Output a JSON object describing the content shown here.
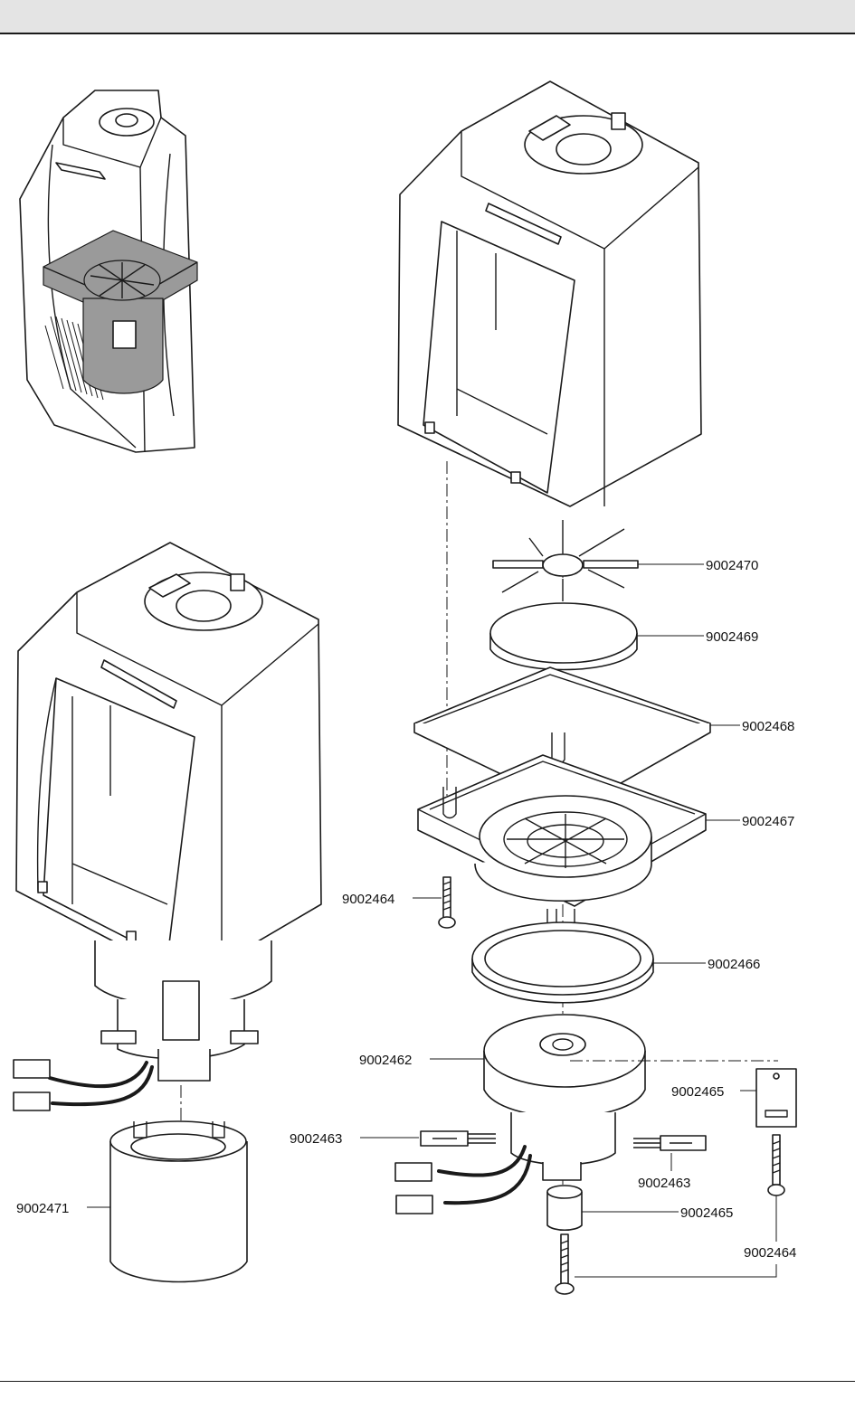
{
  "colors": {
    "line": "#1a1a1a",
    "header_band": "#e4e4e4",
    "tint": "#9a9a9a",
    "housing": "#ffffff"
  },
  "labels": {
    "impeller": "9002470",
    "filter_pad": "9002469",
    "gasket_frame": "9002468",
    "filter_housing": "9002467",
    "screw_left": "9002464",
    "ring_gasket": "9002466",
    "motor": "9002462",
    "bracket": "9002465",
    "connector_left": "9002463",
    "connector_right": "9002463",
    "bushing": "9002465",
    "screw_bottom": "9002464",
    "sleeve": "9002471"
  }
}
